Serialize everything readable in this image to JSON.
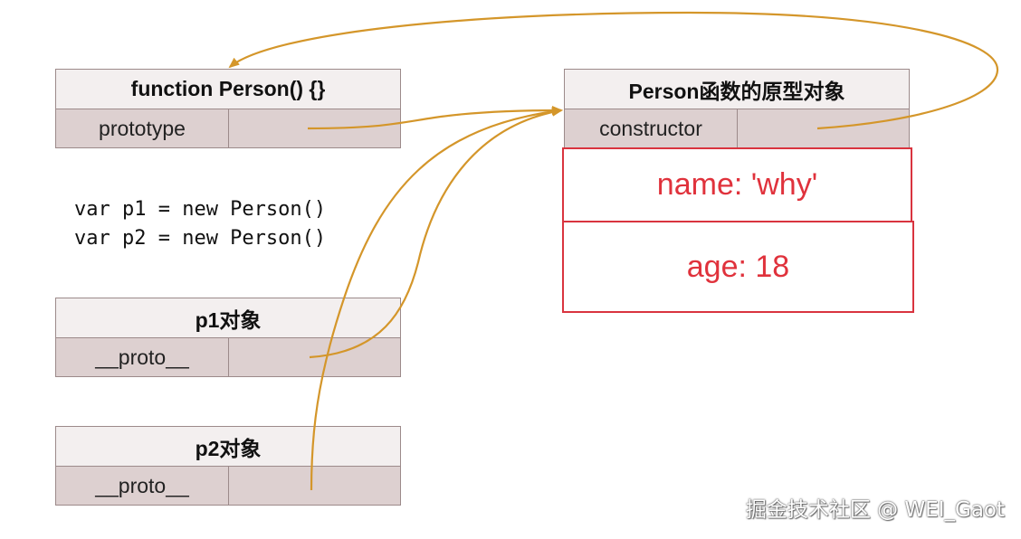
{
  "person_function": {
    "title": "function Person() {}",
    "row_label": "prototype"
  },
  "prototype_object": {
    "title": "Person函数的原型对象",
    "row_label": "constructor",
    "props": [
      "name: 'why'",
      "age: 18"
    ]
  },
  "code_lines": [
    "var p1 = new Person()",
    "var p2 = new Person()"
  ],
  "p1_object": {
    "title": "p1对象",
    "row_label": "__proto__"
  },
  "p2_object": {
    "title": "p2对象",
    "row_label": "__proto__"
  },
  "watermark": "掘金技术社区 @ WEI_Gaot",
  "colors": {
    "arrow": "#d4962a",
    "header_bg": "#f3efef",
    "cell_bg": "#ddd0d0",
    "red": "#e0323c"
  }
}
